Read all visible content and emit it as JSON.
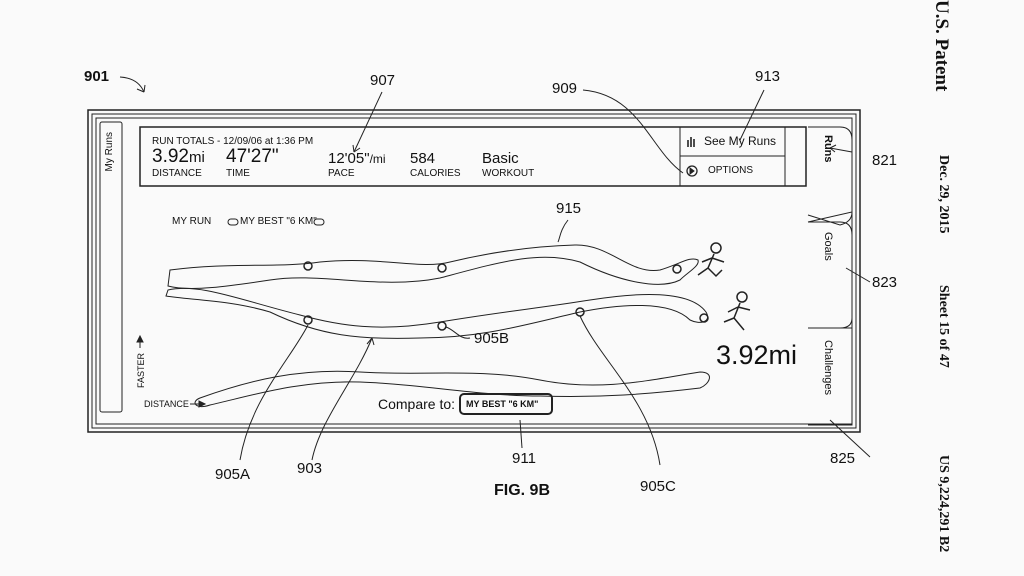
{
  "patent": {
    "title": "U.S. Patent",
    "date": "Dec. 29, 2015",
    "sheet": "Sheet 15 of 47",
    "number": "US 9,224,291 B2"
  },
  "figure": "FIG. 9B",
  "refs": {
    "r901": "901",
    "r907": "907",
    "r909": "909",
    "r913": "913",
    "r915": "915",
    "r821": "821",
    "r823": "823",
    "r825": "825",
    "r905a": "905A",
    "r905b": "905B",
    "r905c": "905C",
    "r903": "903",
    "r911": "911"
  },
  "ui": {
    "left_tab": "My Runs",
    "header": {
      "title": "RUN TOTALS - 12/09/06 at 1:36 PM",
      "stats": [
        {
          "value": "3.92",
          "unit": "mi",
          "label": "DISTANCE"
        },
        {
          "value": "47'27\"",
          "unit": "",
          "label": "TIME"
        },
        {
          "value": "12'05\"",
          "unit": "/mi",
          "label": "PACE"
        },
        {
          "value": "584",
          "unit": "",
          "label": "CALORIES"
        },
        {
          "value": "Basic",
          "unit": "",
          "label": "WORKOUT"
        }
      ]
    },
    "see_my_runs": "See My Runs",
    "options": "OPTIONS",
    "tabs": [
      "Runs",
      "Goals",
      "Challenges"
    ],
    "legend": {
      "my_run": "MY RUN",
      "my_best": "MY BEST \"6 KM\""
    },
    "axis": {
      "y": "FASTER",
      "x": "DISTANCE"
    },
    "distance_total": "3.92mi",
    "compare_label": "Compare to:",
    "compare_value": "MY BEST \"6 KM\""
  }
}
